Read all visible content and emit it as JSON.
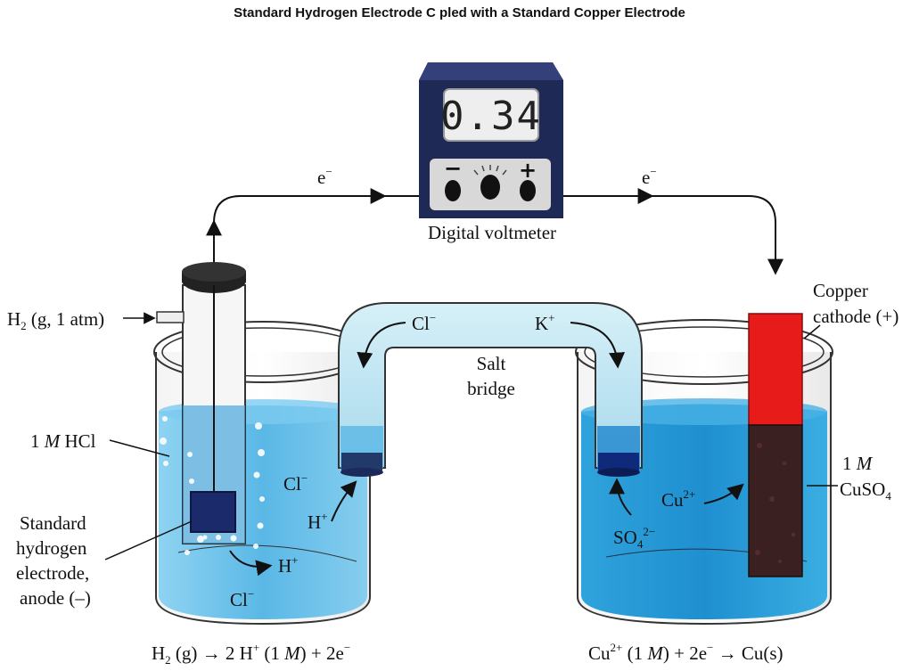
{
  "title": "Standard Hydrogen Electrode C  pled with a Standard Copper Electrode",
  "voltmeter": {
    "reading": "0.34",
    "minus": "−",
    "plus": "+",
    "label": "Digital voltmeter"
  },
  "wire": {
    "electron_left": "e",
    "electron_right": "e",
    "electron_sup": "−"
  },
  "left_cell": {
    "h2_gas": "H",
    "h2_gas_sub": "2",
    "h2_gas_rest": " (g, 1 atm)",
    "solution_num": "1 ",
    "solution_M": "M",
    "solution_rest": " HCl",
    "electrode_line1": "Standard",
    "electrode_line2": "hydrogen",
    "electrode_line3": "electrode,",
    "electrode_line4": "anode (–)",
    "ion_h": "H",
    "ion_h_sup": "+",
    "ion_cl": "Cl",
    "ion_cl_sup": "−",
    "reaction_a": "H",
    "reaction_sub": "2",
    "reaction_b": " (g) → 2 H",
    "reaction_sup": "+",
    "reaction_c": " (1 ",
    "reaction_M": "M",
    "reaction_d": ") + 2e",
    "reaction_sup2": "−"
  },
  "salt_bridge": {
    "label_line1": "Salt",
    "label_line2": "bridge",
    "cl": "Cl",
    "cl_sup": "−",
    "k": "K",
    "k_sup": "+",
    "cl_inner": "Cl",
    "cl_inner_sup": "−",
    "h_inner": "H",
    "h_inner_sup": "+"
  },
  "right_cell": {
    "cathode_line1": "Copper",
    "cathode_line2": "cathode (+)",
    "solution_num": "1 ",
    "solution_M": "M",
    "solution_line2": "CuSO",
    "solution_sub": "4",
    "ion_cu": "Cu",
    "ion_cu_sup": "2+",
    "ion_so4": "SO",
    "ion_so4_sub": "4",
    "ion_so4_sup": "2−",
    "reaction_a": "Cu",
    "reaction_sup": "2+",
    "reaction_b": " (1 ",
    "reaction_M": "M",
    "reaction_c": ") + 2e",
    "reaction_sup2": "−",
    "reaction_d": " → Cu(s)"
  },
  "colors": {
    "solution": "#5ab8e6",
    "bridge": "#b8e2f0",
    "copper": "#e81b1b",
    "copper_dark": "#3a2020",
    "meter_body": "#1e2a55",
    "meter_panel": "#d8d8d8"
  }
}
